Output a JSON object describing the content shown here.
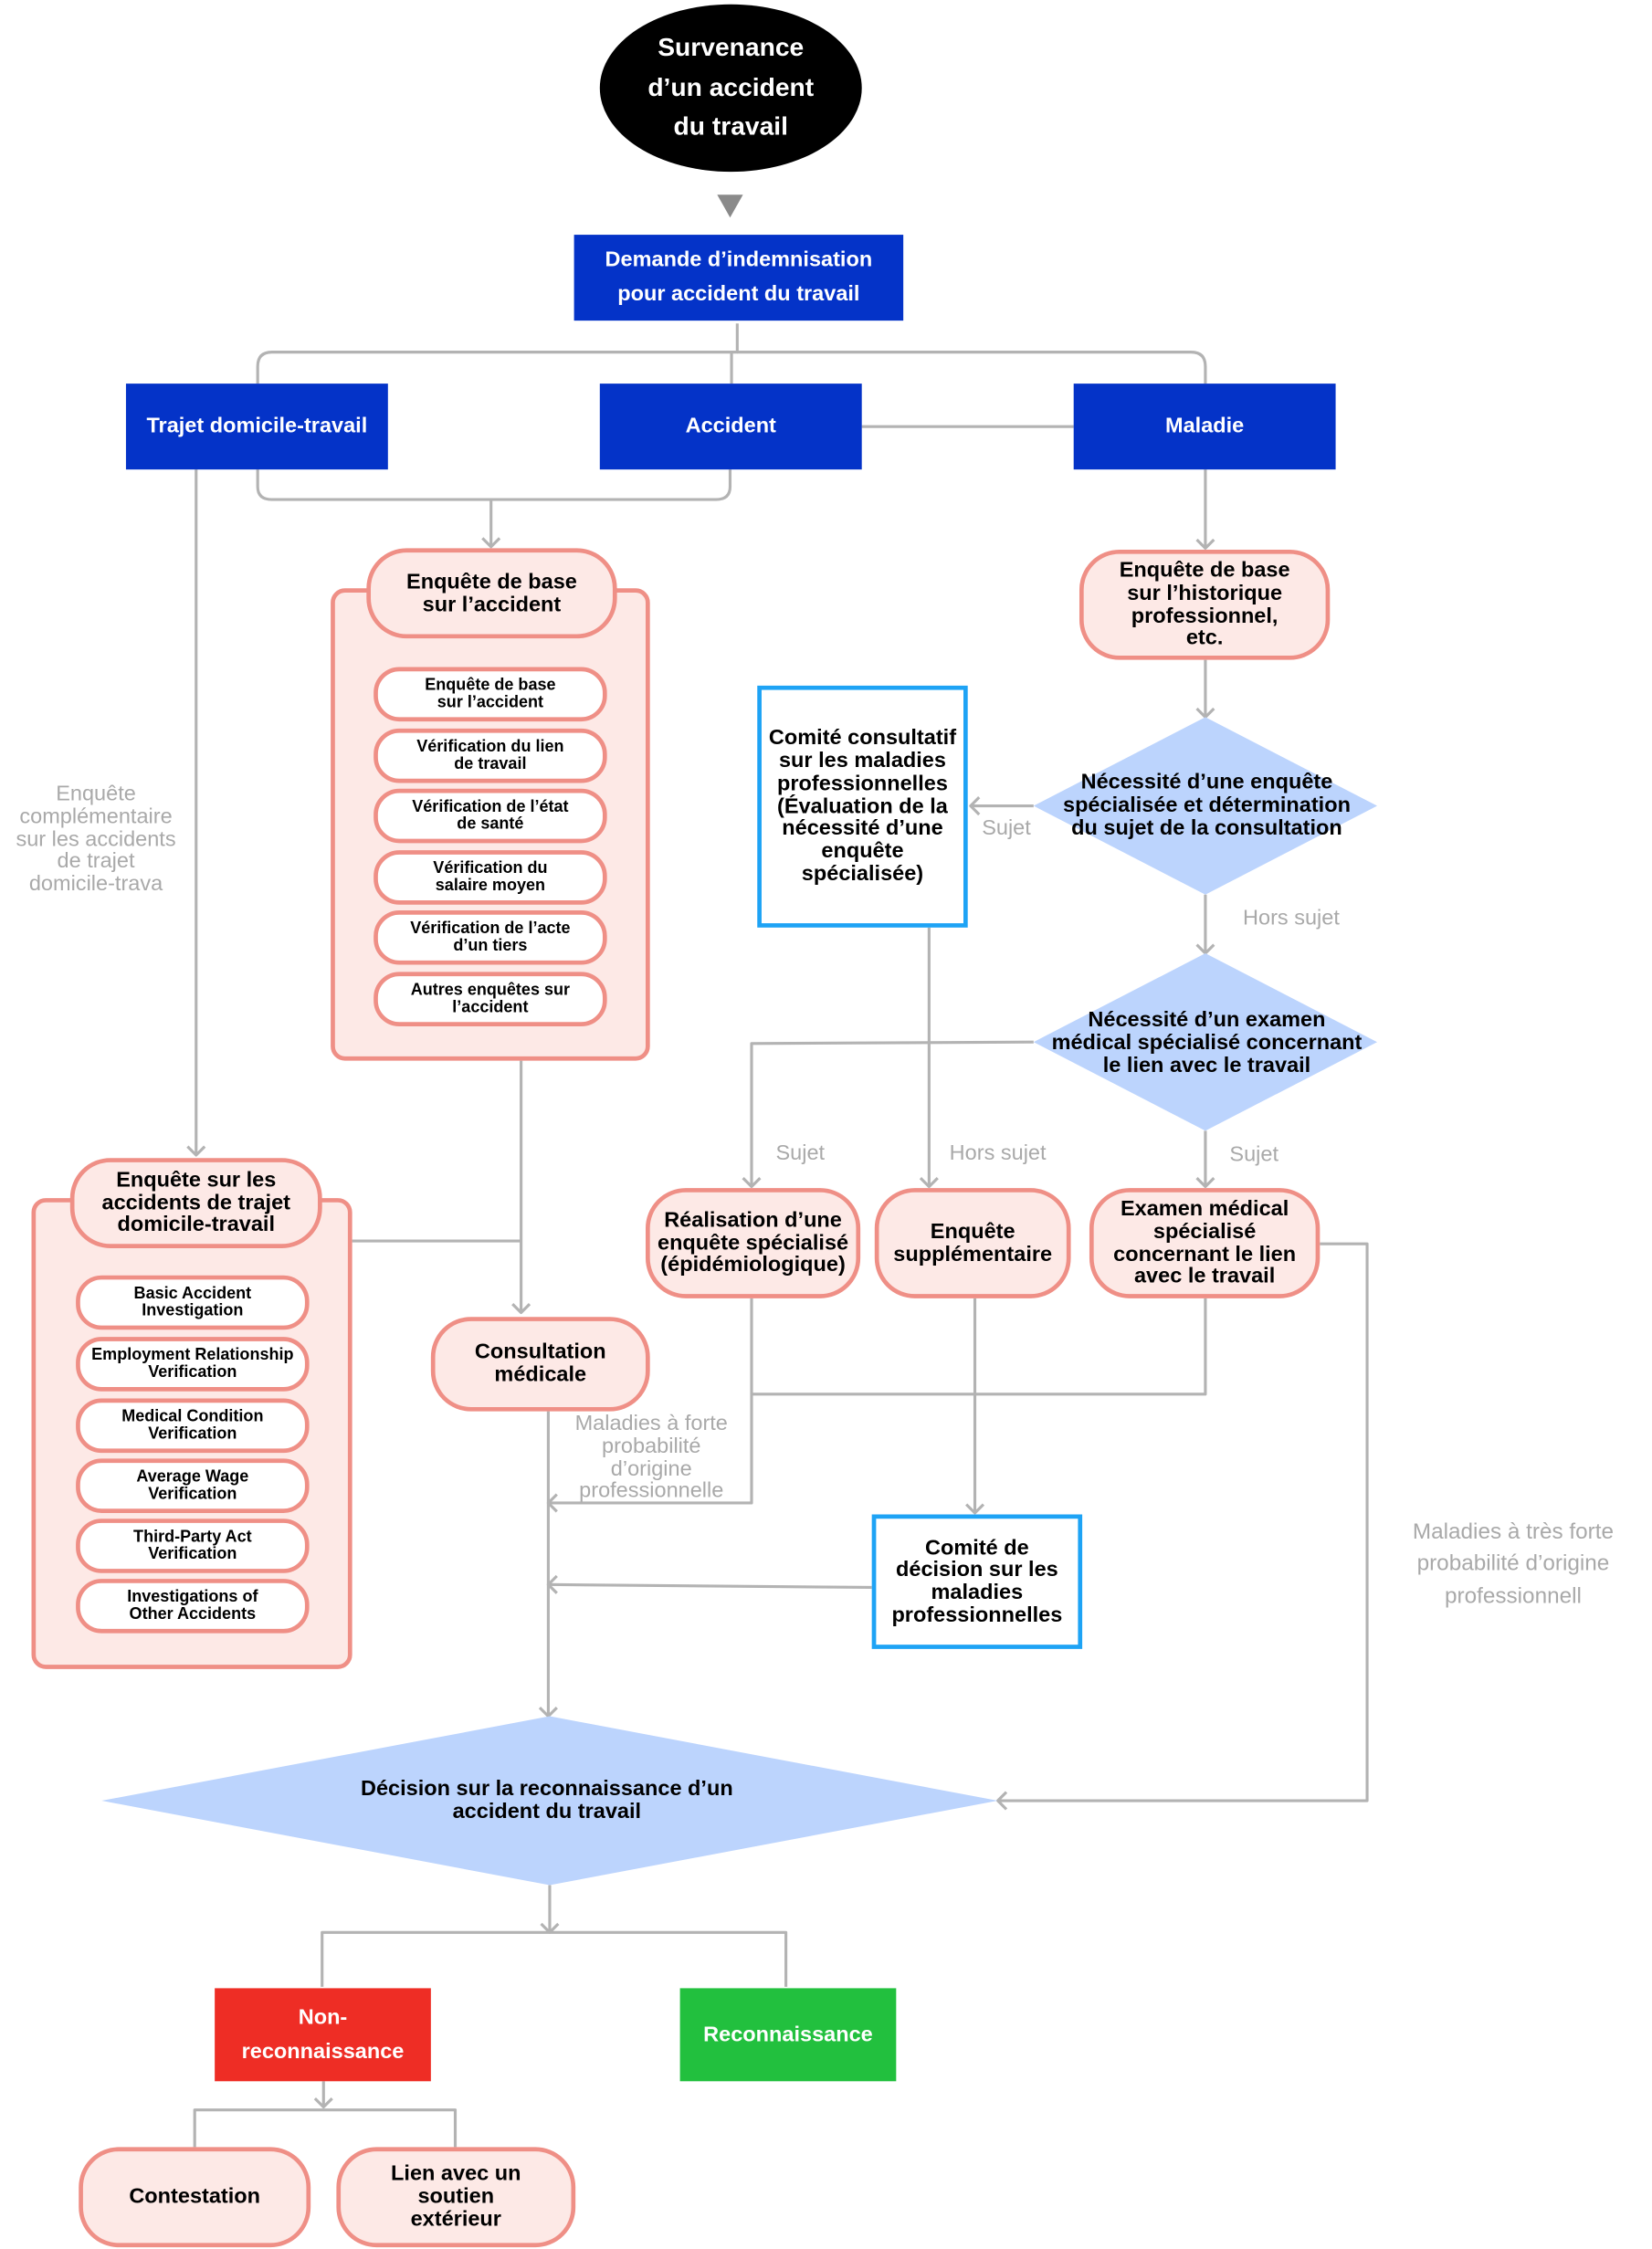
{
  "colors": {
    "rect_blue": "#0433c8",
    "pill_fill": "#fde9e6",
    "pill_border": "#ef8f86",
    "info_border": "#1ea3f5",
    "diamond_fill": "#bcd4fd",
    "connector": "#b3b3b3",
    "label_gray": "#a9a9a9",
    "non_recognition": "#ee2d25",
    "recognition": "#22c03e"
  },
  "nodes": {
    "start": "Survenance\nd’un accident\ndu travail",
    "claim": "Demande d’indemnisation\npour accident du travail",
    "commute": "Trajet domicile-travail",
    "accident": "Accident",
    "disease": "Maladie",
    "acc_basic": "Enquête de base\nsur l’accident",
    "acc_items": [
      "Enquête de base\nsur l’accident",
      "Vérification du lien\nde travail",
      "Vérification de l’état\nde santé",
      "Vérification du\nsalaire moyen",
      "Vérification de l’acte\nd’un tiers",
      "Autres enquêtes sur\nl’accident"
    ],
    "dis_basic": "Enquête de base\nsur l’historique\nprofessionnel,\netc.",
    "committee": "Comité consultatif\nsur les maladies\nprofessionnelles\n(Évaluation de la\nnécessité d’une\nenquête\nspécialisée)",
    "need_spec": "Nécessité d’une enquête\nspécialisée et détermination\ndu sujet de la consultation",
    "need_med": "Nécessité d’un examen\nmédical spécialisé concernant\nle lien avec le travail",
    "commute_inv": "Enquête sur les\naccidents de trajet\ndomicile-travail",
    "commute_items": [
      "Basic Accident\nInvestigation",
      "Employment Relationship\nVerification",
      "Medical Condition\nVerification",
      "Average Wage\nVerification",
      "Third-Party Act\nVerification",
      "Investigations of\nOther Accidents"
    ],
    "consult": "Consultation\nmédicale",
    "epi": "Réalisation d’une\nenquête spécialisé\n(épidémiologique)",
    "supp": "Enquête\nsupplémentaire",
    "exam": "Examen médical\nspécialisé\nconcernant le lien\navec le travail",
    "decision_committee": "Comité de\ndécision sur les\nmaladies\nprofessionnelles",
    "decision": "Décision sur la reconnaissance d’un\naccident du travail",
    "nonrec": "Non-\nreconnaissance",
    "rec": "Reconnaissance",
    "contest": "Contestation",
    "support": "Lien avec un\nsoutien\nextérieur"
  },
  "labels": {
    "commute_extra": "Enquête\ncomplémentaire\nsur les accidents\nde trajet\ndomicile-trava",
    "subject_a": "Sujet",
    "offsubject_a": "Hors sujet",
    "subject_b": "Sujet",
    "offsubject_b": "Hors sujet",
    "subject_c": "Sujet",
    "high_prob": "Maladies à forte\nprobabilité\nd’origine\nprofessionnelle",
    "very_high_prob": "Maladies à très forte\nprobabilité d’origine\nprofessionnell"
  }
}
